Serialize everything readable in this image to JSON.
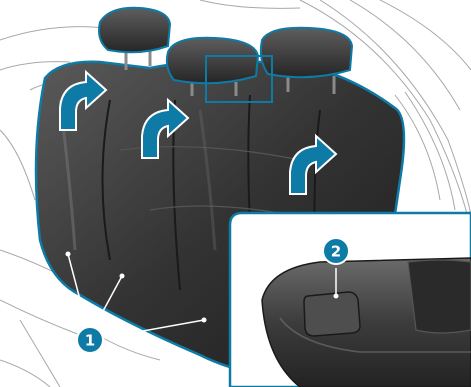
{
  "callouts": {
    "release_buttons": "1",
    "headrest_unlock": "2"
  },
  "colors": {
    "accent": "#0e7aa6",
    "accent_dark": "#075a7b",
    "seat_dark": "#2c2c2c",
    "seat_mid": "#4a4a4a",
    "line_art": "#9a9a9a"
  },
  "icons": {
    "fold_arrow": "curved-fold-forward-arrow",
    "callout": "numbered-circle-callout"
  }
}
